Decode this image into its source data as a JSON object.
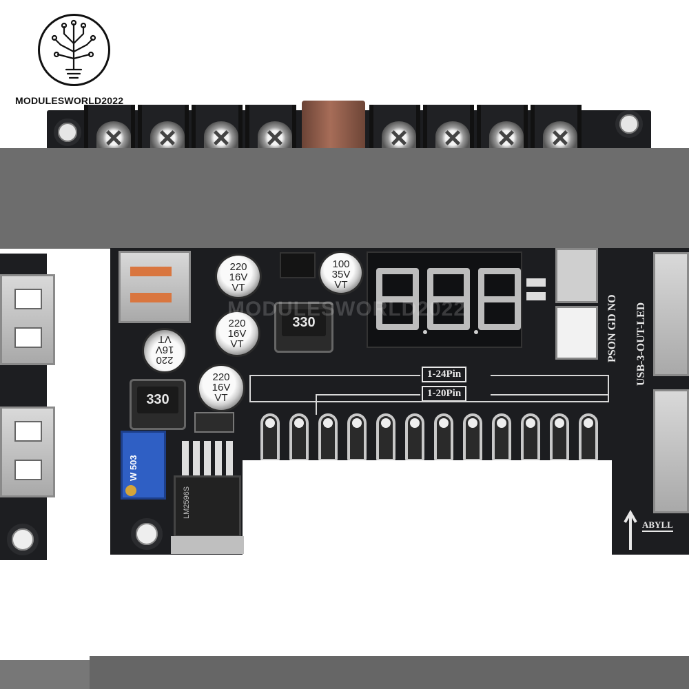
{
  "brand": {
    "name": "MODULESWORLD2022",
    "watermark": "MODULESWORLD2022"
  },
  "capacitors": [
    {
      "value": "220",
      "voltage": "16V",
      "series": "VT"
    },
    {
      "value": "100",
      "voltage": "35V",
      "series": "VT"
    },
    {
      "value": "220",
      "voltage": "16V",
      "series": "VT"
    },
    {
      "value": "220",
      "voltage": "16V",
      "series": "VT"
    },
    {
      "value": "220",
      "voltage": "16V",
      "series": "VT"
    }
  ],
  "inductors": [
    {
      "label": "330"
    },
    {
      "label": "330"
    }
  ],
  "connector_labels": {
    "pin24": "1-24Pin",
    "pin20": "1-20Pin"
  },
  "silkscreen": {
    "pson_gd": "PSON GD NO",
    "usb_led": "USB-3-OUT-LED",
    "maker": "ABYLL"
  },
  "potentiometer": {
    "label": "W 503"
  },
  "regulator": {
    "label": "LM2596S"
  },
  "display": {
    "digits": 3
  },
  "colors": {
    "pcb": "#1c1d20",
    "band": "#6d6d6d",
    "fuse": "#a76d58",
    "pot": "#2f5fc4",
    "silk": "#e8e8e8"
  }
}
